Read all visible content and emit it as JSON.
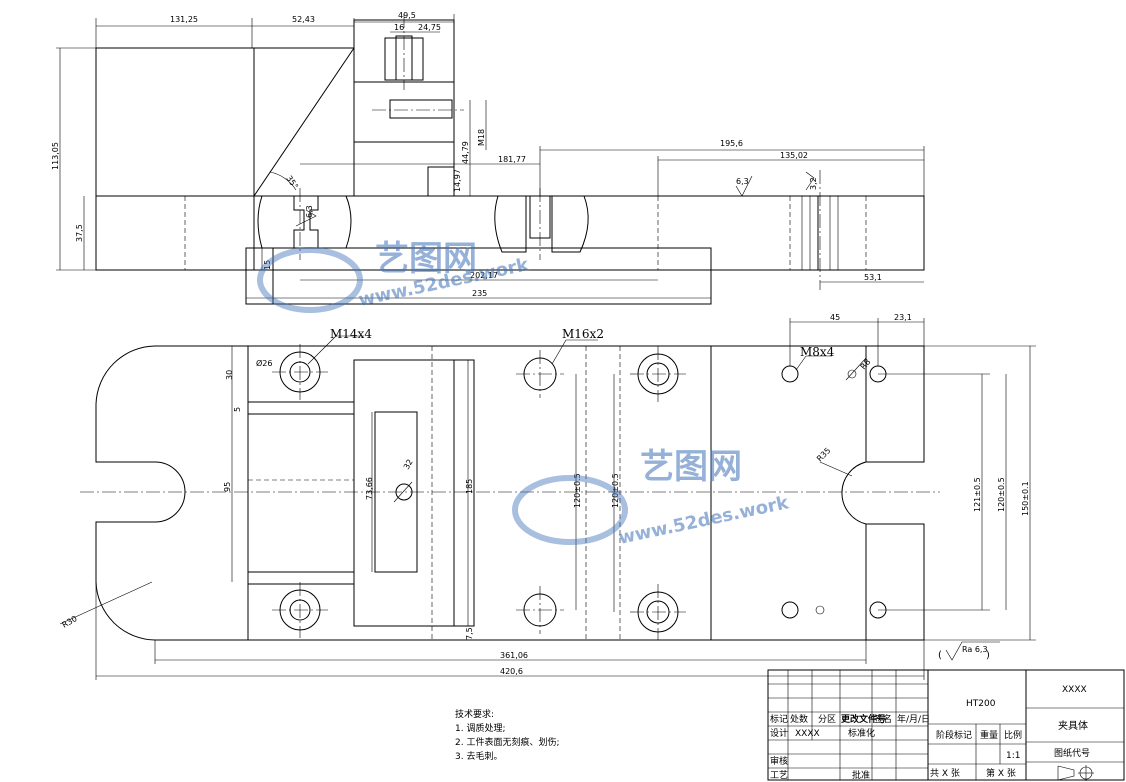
{
  "dimensions": {
    "d131": "131,25",
    "d52": "52,43",
    "d49": "49,5",
    "d16": "16",
    "d24": "24,75",
    "d113": "113,05",
    "d37": "37,5",
    "d35deg": "35°",
    "d44": "44,79",
    "d14": "14,97",
    "dM18": "M18",
    "d181": "181,77",
    "d195": "195,6",
    "d135": "135,02",
    "d53": "53,1",
    "d235": "235",
    "d202": "202,17",
    "d15": "15",
    "d45": "45",
    "d23": "23,1",
    "d30": "30",
    "d5": "5",
    "d95": "95",
    "d185": "185",
    "d120a": "120±0.5",
    "d120b": "120±0.5",
    "dR35": "R35",
    "d121": "121±0.5",
    "d120c": "120±0.5",
    "d150": "150±0.1",
    "d26": "Ø26",
    "d32": "32",
    "d73": "73,66",
    "dR8": "R8",
    "d361": "361,06",
    "d420": "420,6",
    "dR30": "R30",
    "d7": "7,5"
  },
  "thread_labels": {
    "m14": "M14x4",
    "m16": "M16x2",
    "m8": "M8x4"
  },
  "roughness": {
    "r1": "6,3",
    "r2": "6,3",
    "r3": "3,2",
    "general": "Ra 6,3"
  },
  "watermark": {
    "brand": "艺图网",
    "url": "www.52des.work"
  },
  "title_block": {
    "material": "HT200",
    "company": "XXXX",
    "part_name": "夹具体",
    "drawing_no_label": "图纸代号",
    "row_headers": [
      "标记",
      "处数",
      "分区",
      "更改文件号",
      "签名",
      "年/月/日"
    ],
    "design": "设计",
    "designer": "XXXX",
    "standardize": "标准化",
    "review": "审核",
    "process": "工艺",
    "approve": "批准",
    "stage": "阶段标记",
    "weight": "重量",
    "scale": "比例",
    "scale_value": "1:1",
    "sheets_total": "共  X  张",
    "sheet_no": "第  X  张"
  },
  "tech_notes": {
    "title": "技术要求:",
    "items": [
      "1. 调质处理;",
      "2. 工件表面无刻痕、划伤;",
      "3. 去毛刺。"
    ]
  }
}
